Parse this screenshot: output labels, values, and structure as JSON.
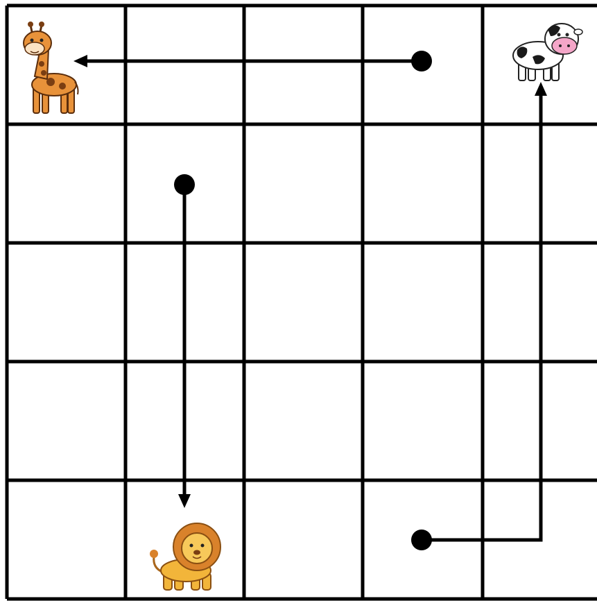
{
  "grid": {
    "rows": 5,
    "columns": 5,
    "line_color": "#000000",
    "background": "#ffffff"
  },
  "animals": [
    {
      "id": "giraffe",
      "icon": "giraffe-icon",
      "row": 0,
      "col": 0
    },
    {
      "id": "cow",
      "icon": "cow-icon",
      "row": 0,
      "col": 4
    },
    {
      "id": "lion",
      "icon": "lion-icon",
      "row": 4,
      "col": 1
    }
  ],
  "paths": [
    {
      "id": "path-to-giraffe",
      "start": {
        "row": 0,
        "col": 3
      },
      "direction": "left",
      "target": "giraffe"
    },
    {
      "id": "path-to-lion",
      "start": {
        "row": 1,
        "col": 1
      },
      "direction": "down",
      "target": "lion"
    },
    {
      "id": "path-to-cow",
      "start": {
        "row": 4,
        "col": 3
      },
      "direction": "right-then-up",
      "target": "cow"
    }
  ],
  "colors": {
    "path": "#000000",
    "giraffe_body": "#e8923a",
    "giraffe_spots": "#7a3e12",
    "cow_body": "#ffffff",
    "cow_spots": "#1a1a1a",
    "cow_nose": "#f4a6c8",
    "lion_body": "#f2b53a",
    "lion_mane": "#d9822b"
  }
}
